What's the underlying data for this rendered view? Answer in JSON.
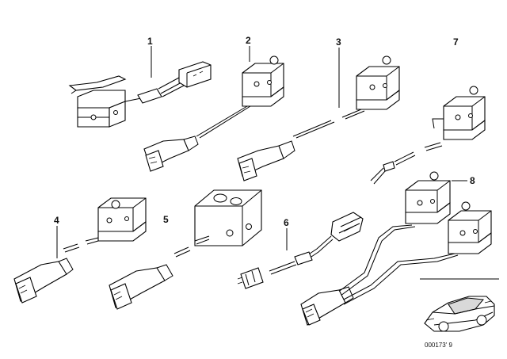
{
  "diagram": {
    "callouts": [
      "1",
      "2",
      "3",
      "4",
      "5",
      "6",
      "7",
      "8"
    ],
    "reference_number": "000173' 9"
  }
}
